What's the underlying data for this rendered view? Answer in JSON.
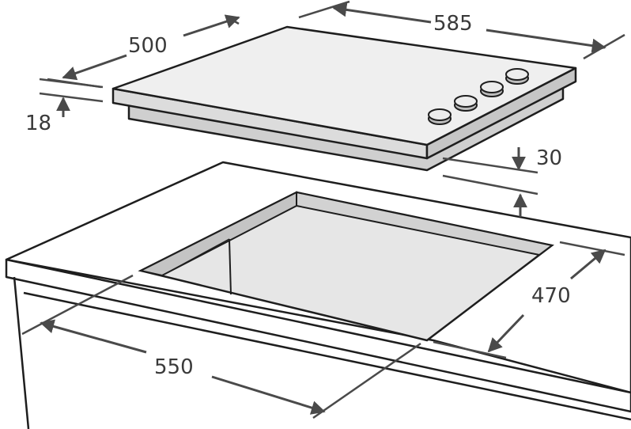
{
  "dimensions": {
    "hob_depth": "500",
    "hob_width": "585",
    "hob_thickness": "18",
    "hob_body_height": "30",
    "cutout_depth": "470",
    "cutout_width": "550"
  },
  "colors": {
    "outline": "#1e1e1e",
    "dimension": "#4a4a4a",
    "hob_top": "#efefef",
    "hob_side": "#d6d6d6",
    "hob_body": "#c8c8c8",
    "worktop": "#ffffff",
    "cutout_floor": "#e2e2e2",
    "cutout_wall": "#b9b9b9",
    "burner": "#ececec"
  },
  "burner_count": 4
}
